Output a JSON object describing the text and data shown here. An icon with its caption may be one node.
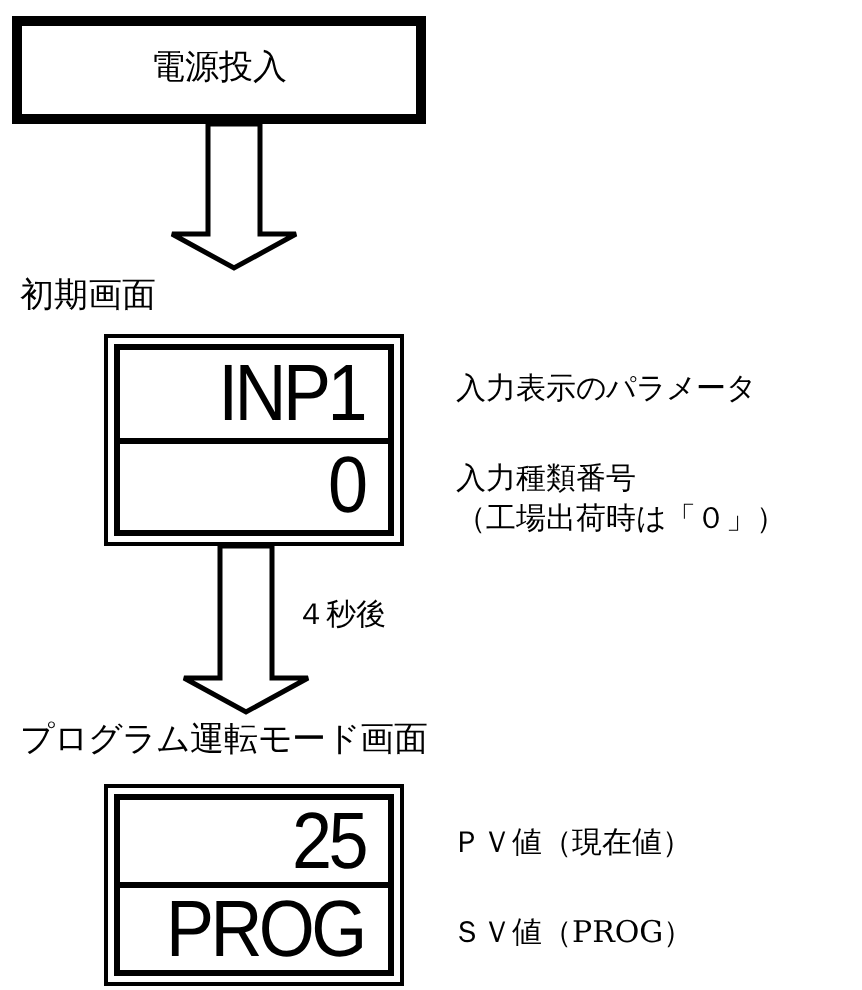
{
  "diagram": {
    "nodes": [
      {
        "text": [
          "電源投入"
        ]
      },
      {
        "text": [
          "初期画面"
        ]
      },
      {
        "text": [
          "INP1"
        ],
        "in": 1,
        "beside": [
          "入力表示のパラメータ"
        ]
      },
      {
        "text": [
          "0"
        ],
        "in": 1,
        "beside": [
          "入力種類番号（工場出荷時は「０」）"
        ]
      },
      {
        "text": [
          "プログラム運転モード画面"
        ]
      },
      {
        "text": [
          "25"
        ],
        "in": 4,
        "beside": [
          "ＰＶ値（現在値）"
        ]
      },
      {
        "text": [
          "PROG"
        ],
        "in": 4,
        "beside": [
          "ＳＶ値（PROG）"
        ]
      }
    ],
    "edges": [
      {
        "from": 0,
        "to": 1,
        "arrow": "to"
      },
      {
        "from": 1,
        "to": 4,
        "arrow": "to",
        "label": "４秒後"
      }
    ]
  }
}
